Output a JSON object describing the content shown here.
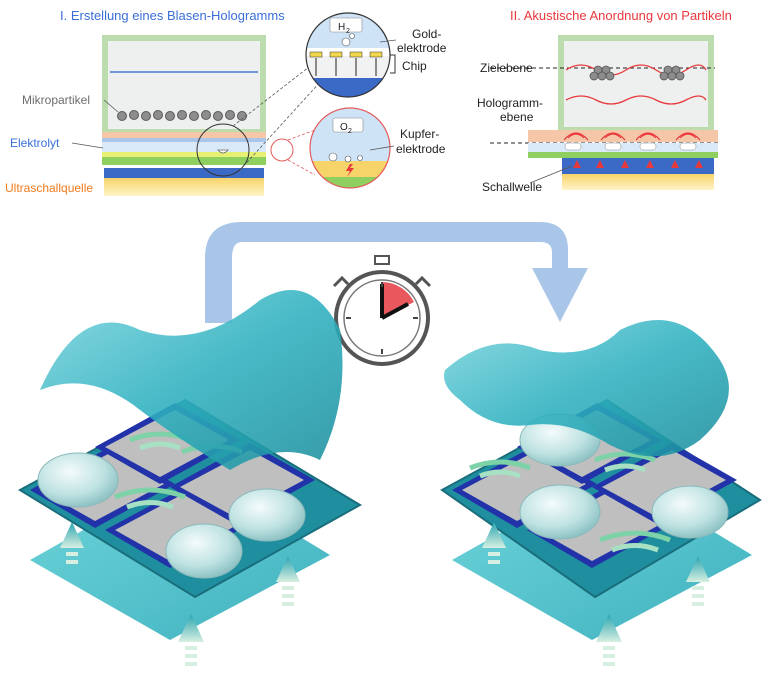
{
  "panel1": {
    "title": "I. Erstellung eines Blasen-Hologramms",
    "labels": {
      "micro": "Mikropartikel",
      "electrolyte": "Elektrolyt",
      "ultrasound": "Ultraschallquelle",
      "gold1": "Gold-",
      "gold2": "elektrode",
      "chip": "Chip",
      "copper1": "Kupfer-",
      "copper2": "elektrode",
      "h2": "H",
      "h2sub": "2",
      "o2": "O",
      "o2sub": "2"
    }
  },
  "panel2": {
    "title": "II. Akustische Anordnung von Partikeln",
    "labels": {
      "target": "Zielebene",
      "holo1": "Hologramm-",
      "holo2": "ebene",
      "wave": "Schallwelle"
    }
  },
  "colors": {
    "title1": "#3a6fd8",
    "title2": "#e8383c",
    "electrolyte": "#3a6fd8",
    "ultrasound": "#f07a1c",
    "gray": "#6d6d6d",
    "teal": "#2bb6c4",
    "arrow": "#a9c6e8"
  }
}
